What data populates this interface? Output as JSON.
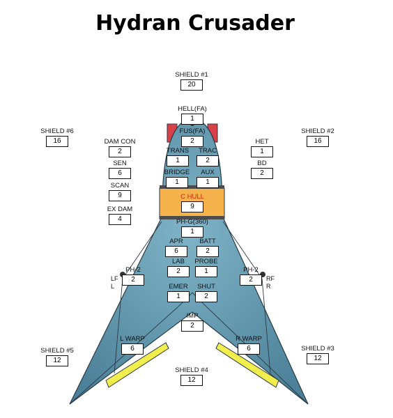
{
  "title": "Hydran Crusader",
  "shields": {
    "s1": {
      "label": "SHIELD #1",
      "value": "20"
    },
    "s2": {
      "label": "SHIELD #2",
      "value": "16"
    },
    "s3": {
      "label": "SHIELD #3",
      "value": "12"
    },
    "s4": {
      "label": "SHIELD #4",
      "value": "12"
    },
    "s5": {
      "label": "SHIELD #5",
      "value": "12"
    },
    "s6": {
      "label": "SHIELD #6",
      "value": "16"
    }
  },
  "left_panel": {
    "damcon": {
      "label": "DAM CON",
      "value": "2"
    },
    "sen": {
      "label": "SEN",
      "value": "6"
    },
    "scan": {
      "label": "SCAN",
      "value": "9"
    },
    "exdam": {
      "label": "EX DAM",
      "value": "4"
    }
  },
  "right_panel": {
    "het": {
      "label": "HET",
      "value": "1"
    },
    "bd": {
      "label": "BD",
      "value": "2"
    }
  },
  "systems": {
    "hell": {
      "label": "HELL(FA)",
      "value": "1"
    },
    "fus": {
      "label": "FUS(FA)",
      "value": "2"
    },
    "trans": {
      "label": "TRANS",
      "value": "1"
    },
    "trac": {
      "label": "TRAC",
      "value": "2"
    },
    "bridge": {
      "label": "BRIDGE",
      "value": "1"
    },
    "aux": {
      "label": "AUX",
      "value": "1"
    },
    "chull": {
      "label": "C HULL",
      "value": "9"
    },
    "phg": {
      "label": "PH-G(360)",
      "value": "1"
    },
    "apr": {
      "label": "APR",
      "value": "6"
    },
    "batt": {
      "label": "BATT",
      "value": "2"
    },
    "lab": {
      "label": "LAB",
      "value": "2"
    },
    "probe": {
      "label": "PROBE",
      "value": "1"
    },
    "emer": {
      "label": "EMER",
      "value": "1"
    },
    "shut": {
      "label": "SHUT",
      "value": "2"
    },
    "imp": {
      "label": "IMP",
      "value": "2"
    },
    "lwarp": {
      "label": "L WARP",
      "value": "6"
    },
    "rwarp": {
      "label": "R WARP",
      "value": "6"
    },
    "ph2_left": {
      "label": "PH-2",
      "value": "2"
    },
    "ph2_right": {
      "label": "PH-2",
      "value": "2"
    }
  },
  "arcs": {
    "left_a": "LF",
    "left_b": "L",
    "right_a": "RF",
    "right_b": "R"
  },
  "colors": {
    "hull": "#5f98b0",
    "outline": "#2a3a44",
    "center_hull": "#f6b34c",
    "warp": "#f2ee4e",
    "nose": "#d94048"
  }
}
